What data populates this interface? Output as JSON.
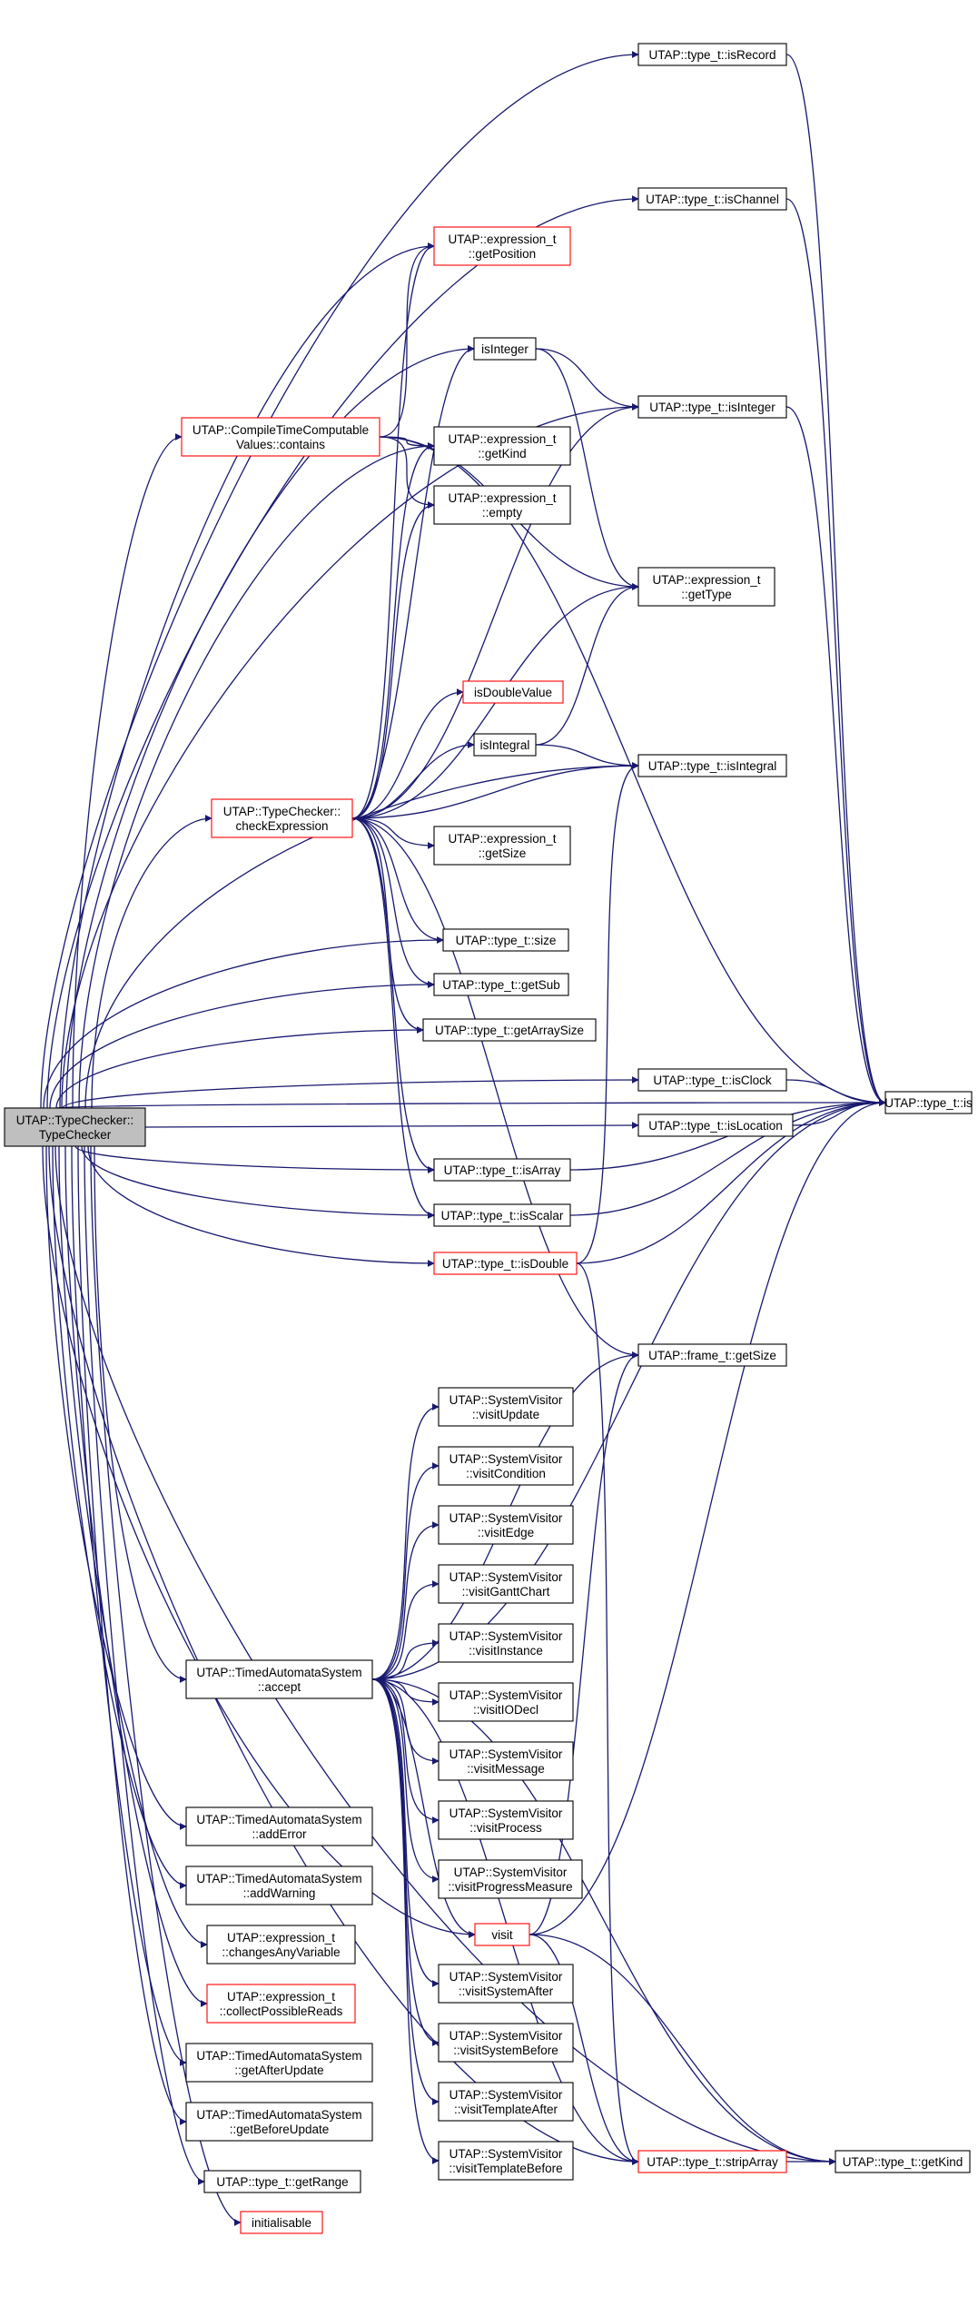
{
  "colors": {
    "edge": "#191970",
    "box_normal": "#000000",
    "box_truncated": "#ff0000",
    "root_fill": "#bfbfbf",
    "node_fill": "#ffffff"
  },
  "nodes": [
    {
      "id": "root",
      "lines": [
        "UTAP::TypeChecker::",
        "TypeChecker"
      ],
      "style": "root"
    },
    {
      "id": "isRecord",
      "lines": [
        "UTAP::type_t::isRecord"
      ],
      "style": "normal"
    },
    {
      "id": "isChannel",
      "lines": [
        "UTAP::type_t::isChannel"
      ],
      "style": "normal"
    },
    {
      "id": "getPosition",
      "lines": [
        "UTAP::expression_t",
        "::getPosition"
      ],
      "style": "truncated"
    },
    {
      "id": "isIntegerFn",
      "lines": [
        "isInteger"
      ],
      "style": "normal"
    },
    {
      "id": "tIsInteger",
      "lines": [
        "UTAP::type_t::isInteger"
      ],
      "style": "normal"
    },
    {
      "id": "contains",
      "lines": [
        "UTAP::CompileTimeComputable",
        "Values::contains"
      ],
      "style": "truncated"
    },
    {
      "id": "getKind",
      "lines": [
        "UTAP::expression_t",
        "::getKind"
      ],
      "style": "normal"
    },
    {
      "id": "empty",
      "lines": [
        "UTAP::expression_t",
        "::empty"
      ],
      "style": "normal"
    },
    {
      "id": "getType",
      "lines": [
        "UTAP::expression_t",
        "::getType"
      ],
      "style": "normal"
    },
    {
      "id": "isDoubleValue",
      "lines": [
        "isDoubleValue"
      ],
      "style": "truncated"
    },
    {
      "id": "isIntegralFn",
      "lines": [
        "isIntegral"
      ],
      "style": "normal"
    },
    {
      "id": "tIsIntegral",
      "lines": [
        "UTAP::type_t::isIntegral"
      ],
      "style": "normal"
    },
    {
      "id": "checkExpression",
      "lines": [
        "UTAP::TypeChecker::",
        "checkExpression"
      ],
      "style": "truncated"
    },
    {
      "id": "eGetSize",
      "lines": [
        "UTAP::expression_t",
        "::getSize"
      ],
      "style": "normal"
    },
    {
      "id": "size",
      "lines": [
        "UTAP::type_t::size"
      ],
      "style": "normal"
    },
    {
      "id": "getSub",
      "lines": [
        "UTAP::type_t::getSub"
      ],
      "style": "normal"
    },
    {
      "id": "getArraySize",
      "lines": [
        "UTAP::type_t::getArraySize"
      ],
      "style": "normal"
    },
    {
      "id": "isClock",
      "lines": [
        "UTAP::type_t::isClock"
      ],
      "style": "normal"
    },
    {
      "id": "tIs",
      "lines": [
        "UTAP::type_t::is"
      ],
      "style": "normal"
    },
    {
      "id": "isLocation",
      "lines": [
        "UTAP::type_t::isLocation"
      ],
      "style": "normal"
    },
    {
      "id": "isArray",
      "lines": [
        "UTAP::type_t::isArray"
      ],
      "style": "normal"
    },
    {
      "id": "isScalar",
      "lines": [
        "UTAP::type_t::isScalar"
      ],
      "style": "normal"
    },
    {
      "id": "isDouble",
      "lines": [
        "UTAP::type_t::isDouble"
      ],
      "style": "truncated"
    },
    {
      "id": "fGetSize",
      "lines": [
        "UTAP::frame_t::getSize"
      ],
      "style": "normal"
    },
    {
      "id": "vUpdate",
      "lines": [
        "UTAP::SystemVisitor",
        "::visitUpdate"
      ],
      "style": "normal"
    },
    {
      "id": "vCondition",
      "lines": [
        "UTAP::SystemVisitor",
        "::visitCondition"
      ],
      "style": "normal"
    },
    {
      "id": "vEdge",
      "lines": [
        "UTAP::SystemVisitor",
        "::visitEdge"
      ],
      "style": "normal"
    },
    {
      "id": "vGantt",
      "lines": [
        "UTAP::SystemVisitor",
        "::visitGanttChart"
      ],
      "style": "normal"
    },
    {
      "id": "vInstance",
      "lines": [
        "UTAP::SystemVisitor",
        "::visitInstance"
      ],
      "style": "normal"
    },
    {
      "id": "vIODecl",
      "lines": [
        "UTAP::SystemVisitor",
        "::visitIODecl"
      ],
      "style": "normal"
    },
    {
      "id": "vMessage",
      "lines": [
        "UTAP::SystemVisitor",
        "::visitMessage"
      ],
      "style": "normal"
    },
    {
      "id": "vProcess",
      "lines": [
        "UTAP::SystemVisitor",
        "::visitProcess"
      ],
      "style": "normal"
    },
    {
      "id": "vProgress",
      "lines": [
        "UTAP::SystemVisitor",
        "::visitProgressMeasure"
      ],
      "style": "normal"
    },
    {
      "id": "accept",
      "lines": [
        "UTAP::TimedAutomataSystem",
        "::accept"
      ],
      "style": "normal"
    },
    {
      "id": "visit",
      "lines": [
        "visit"
      ],
      "style": "truncated"
    },
    {
      "id": "vSysAfter",
      "lines": [
        "UTAP::SystemVisitor",
        "::visitSystemAfter"
      ],
      "style": "normal"
    },
    {
      "id": "vSysBefore",
      "lines": [
        "UTAP::SystemVisitor",
        "::visitSystemBefore"
      ],
      "style": "normal"
    },
    {
      "id": "vTplAfter",
      "lines": [
        "UTAP::SystemVisitor",
        "::visitTemplateAfter"
      ],
      "style": "normal"
    },
    {
      "id": "vTplBefore",
      "lines": [
        "UTAP::SystemVisitor",
        "::visitTemplateBefore"
      ],
      "style": "normal"
    },
    {
      "id": "addError",
      "lines": [
        "UTAP::TimedAutomataSystem",
        "::addError"
      ],
      "style": "normal"
    },
    {
      "id": "addWarning",
      "lines": [
        "UTAP::TimedAutomataSystem",
        "::addWarning"
      ],
      "style": "normal"
    },
    {
      "id": "changesAny",
      "lines": [
        "UTAP::expression_t",
        "::changesAnyVariable"
      ],
      "style": "normal"
    },
    {
      "id": "collectReads",
      "lines": [
        "UTAP::expression_t",
        "::collectPossibleReads"
      ],
      "style": "truncated"
    },
    {
      "id": "getAfterUpdate",
      "lines": [
        "UTAP::TimedAutomataSystem",
        "::getAfterUpdate"
      ],
      "style": "normal"
    },
    {
      "id": "getBeforeUpdate",
      "lines": [
        "UTAP::TimedAutomataSystem",
        "::getBeforeUpdate"
      ],
      "style": "normal"
    },
    {
      "id": "getRange",
      "lines": [
        "UTAP::type_t::getRange"
      ],
      "style": "normal"
    },
    {
      "id": "initialisable",
      "lines": [
        "initialisable"
      ],
      "style": "truncated"
    },
    {
      "id": "stripArray",
      "lines": [
        "UTAP::type_t::stripArray"
      ],
      "style": "truncated"
    },
    {
      "id": "tGetKind",
      "lines": [
        "UTAP::type_t::getKind"
      ],
      "style": "normal"
    }
  ],
  "edges": [
    [
      "root",
      "isRecord"
    ],
    [
      "root",
      "isChannel"
    ],
    [
      "root",
      "tIs"
    ],
    [
      "root",
      "getPosition"
    ],
    [
      "root",
      "isIntegerFn"
    ],
    [
      "root",
      "contains"
    ],
    [
      "root",
      "getKind"
    ],
    [
      "root",
      "tIsIntegral"
    ],
    [
      "root",
      "checkExpression"
    ],
    [
      "root",
      "size"
    ],
    [
      "root",
      "getSub"
    ],
    [
      "root",
      "getArraySize"
    ],
    [
      "root",
      "isClock"
    ],
    [
      "root",
      "isLocation"
    ],
    [
      "root",
      "isArray"
    ],
    [
      "root",
      "isScalar"
    ],
    [
      "root",
      "isDouble"
    ],
    [
      "root",
      "accept"
    ],
    [
      "root",
      "addError"
    ],
    [
      "root",
      "addWarning"
    ],
    [
      "root",
      "changesAny"
    ],
    [
      "root",
      "collectReads"
    ],
    [
      "root",
      "getAfterUpdate"
    ],
    [
      "root",
      "getBeforeUpdate"
    ],
    [
      "root",
      "getRange"
    ],
    [
      "root",
      "initialisable"
    ],
    [
      "root",
      "visit"
    ],
    [
      "root",
      "stripArray"
    ],
    [
      "root",
      "tGetKind"
    ],
    [
      "root",
      "tIsInteger"
    ],
    [
      "isRecord",
      "tIs"
    ],
    [
      "isChannel",
      "tIs"
    ],
    [
      "tIsInteger",
      "tIs"
    ],
    [
      "isIntegerFn",
      "tIsInteger"
    ],
    [
      "isIntegerFn",
      "getType"
    ],
    [
      "contains",
      "getPosition"
    ],
    [
      "contains",
      "getKind"
    ],
    [
      "contains",
      "empty"
    ],
    [
      "contains",
      "getType"
    ],
    [
      "contains",
      "tIs"
    ],
    [
      "checkExpression",
      "isIntegerFn"
    ],
    [
      "checkExpression",
      "getKind"
    ],
    [
      "checkExpression",
      "empty"
    ],
    [
      "checkExpression",
      "getType"
    ],
    [
      "checkExpression",
      "tIsInteger"
    ],
    [
      "checkExpression",
      "isDoubleValue"
    ],
    [
      "checkExpression",
      "isIntegralFn"
    ],
    [
      "checkExpression",
      "tIsIntegral"
    ],
    [
      "checkExpression",
      "eGetSize"
    ],
    [
      "checkExpression",
      "size"
    ],
    [
      "checkExpression",
      "getSub"
    ],
    [
      "checkExpression",
      "getArraySize"
    ],
    [
      "checkExpression",
      "isArray"
    ],
    [
      "checkExpression",
      "isScalar"
    ],
    [
      "checkExpression",
      "fGetSize"
    ],
    [
      "checkExpression",
      "getPosition"
    ],
    [
      "isIntegralFn",
      "getType"
    ],
    [
      "isIntegralFn",
      "tIsIntegral"
    ],
    [
      "isClock",
      "tIs"
    ],
    [
      "isLocation",
      "tIs"
    ],
    [
      "isArray",
      "tIs"
    ],
    [
      "isScalar",
      "tIs"
    ],
    [
      "isDouble",
      "tIs"
    ],
    [
      "isDouble",
      "tIsIntegral"
    ],
    [
      "isDouble",
      "stripArray"
    ],
    [
      "accept",
      "tIs"
    ],
    [
      "accept",
      "fGetSize"
    ],
    [
      "accept",
      "vUpdate"
    ],
    [
      "accept",
      "vCondition"
    ],
    [
      "accept",
      "vEdge"
    ],
    [
      "accept",
      "vGantt"
    ],
    [
      "accept",
      "vInstance"
    ],
    [
      "accept",
      "vIODecl"
    ],
    [
      "accept",
      "vMessage"
    ],
    [
      "accept",
      "vProcess"
    ],
    [
      "accept",
      "vProgress"
    ],
    [
      "accept",
      "visit"
    ],
    [
      "accept",
      "vSysAfter"
    ],
    [
      "accept",
      "vSysBefore"
    ],
    [
      "accept",
      "vTplAfter"
    ],
    [
      "accept",
      "vTplBefore"
    ],
    [
      "accept",
      "stripArray"
    ],
    [
      "accept",
      "tGetKind"
    ],
    [
      "visit",
      "tIs"
    ],
    [
      "visit",
      "fGetSize"
    ],
    [
      "visit",
      "stripArray"
    ],
    [
      "visit",
      "tGetKind"
    ],
    [
      "stripArray",
      "tGetKind"
    ]
  ]
}
